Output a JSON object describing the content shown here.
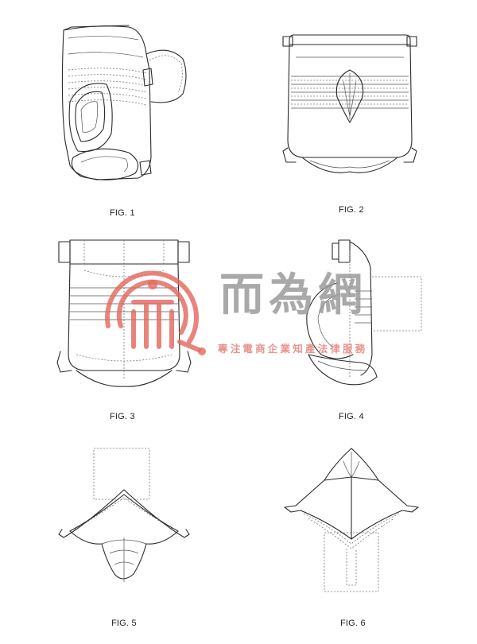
{
  "figures": [
    {
      "id": "fig1",
      "label": "FIG. 1"
    },
    {
      "id": "fig2",
      "label": "FIG. 2"
    },
    {
      "id": "fig3",
      "label": "FIG. 3"
    },
    {
      "id": "fig4",
      "label": "FIG. 4"
    },
    {
      "id": "fig5",
      "label": "FIG. 5"
    },
    {
      "id": "fig6",
      "label": "FIG. 6"
    }
  ],
  "watermark": {
    "title": "而為網",
    "subtitle": "專注電商企業知產法律服務",
    "color_ring": "#e46a60",
    "color_text": "#969696"
  }
}
